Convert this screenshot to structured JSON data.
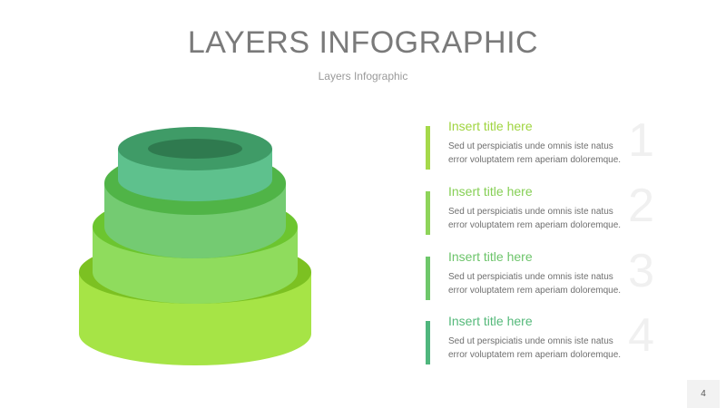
{
  "slide": {
    "title": "LAYERS INFOGRAPHIC",
    "subtitle": "Layers Infographic",
    "page_number": "4"
  },
  "items": [
    {
      "number": "1",
      "title": "Insert title here",
      "description_line1": "Sed ut perspiciatis unde omnis iste natus",
      "description_line2": "error voluptatem rem aperiam doloremque.",
      "accent_color": "#a5d94a",
      "title_color": "#9fd43f"
    },
    {
      "number": "2",
      "title": "Insert title here",
      "description_line1": "Sed ut perspiciatis unde omnis iste natus",
      "description_line2": "error voluptatem rem aperiam doloremque.",
      "accent_color": "#8ed45a",
      "title_color": "#86cf55"
    },
    {
      "number": "3",
      "title": "Insert title here",
      "description_line1": "Sed ut perspiciatis unde omnis iste natus",
      "description_line2": "error voluptatem rem aperiam doloremque.",
      "accent_color": "#6ec76a",
      "title_color": "#6cc46a"
    },
    {
      "number": "4",
      "title": "Insert title here",
      "description_line1": "Sed ut perspiciatis unde omnis iste natus",
      "description_line2": "error voluptatem rem aperiam doloremque.",
      "accent_color": "#4fb67d",
      "title_color": "#55b97a"
    }
  ],
  "colors": {
    "layer1_side": "#a6e446",
    "layer1_top": "#7cc122",
    "layer2_side": "#8fdc5d",
    "layer2_top": "#6cc52f",
    "layer3_side": "#74cb72",
    "layer3_top": "#50b447",
    "layer4_side": "#5ec18d",
    "layer4_top": "#3f9b67",
    "layer4_hole": "#2f7a4f"
  }
}
